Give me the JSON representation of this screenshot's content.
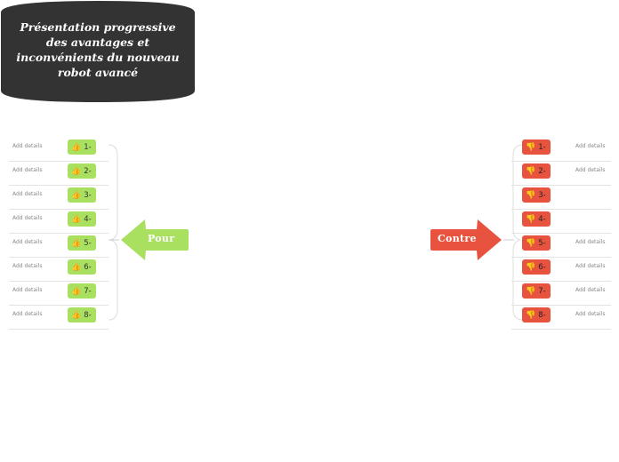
{
  "central": {
    "title": "Présentation progressive des avantages et inconvénients du nouveau robot avancé"
  },
  "branches": {
    "pour": {
      "label": "Pour",
      "color": "#a9e060",
      "icon": "thumbs-up-icon",
      "items": [
        {
          "label": "1-",
          "details": "Add details"
        },
        {
          "label": "2-",
          "details": "Add details"
        },
        {
          "label": "3-",
          "details": "Add details"
        },
        {
          "label": "4-",
          "details": "Add details"
        },
        {
          "label": "5-",
          "details": "Add details"
        },
        {
          "label": "6-",
          "details": "Add details"
        },
        {
          "label": "7-",
          "details": "Add details"
        },
        {
          "label": "8-",
          "details": "Add details"
        }
      ]
    },
    "contre": {
      "label": "Contre",
      "color": "#e8533f",
      "icon": "thumbs-down-icon",
      "items": [
        {
          "label": "1-",
          "details": "Add details"
        },
        {
          "label": "2-",
          "details": "Add details"
        },
        {
          "label": "3-",
          "details": ""
        },
        {
          "label": "4-",
          "details": ""
        },
        {
          "label": "5-",
          "details": "Add details"
        },
        {
          "label": "6-",
          "details": "Add details"
        },
        {
          "label": "7-",
          "details": "Add details"
        },
        {
          "label": "8-",
          "details": "Add details"
        }
      ]
    }
  }
}
